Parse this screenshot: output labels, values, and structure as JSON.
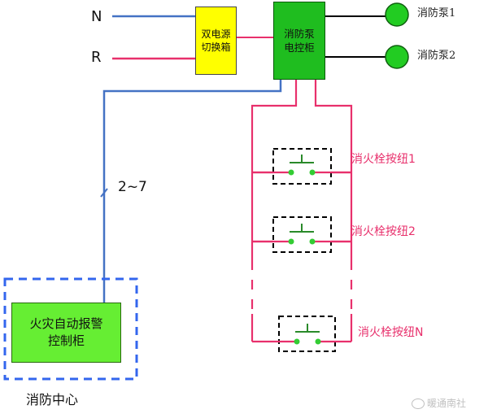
{
  "wires": {
    "n_label": "N",
    "r_label": "R",
    "cable_label": "2~7"
  },
  "colors": {
    "n_wire": "#4472c4",
    "r_wire": "#e8306c",
    "signal_wire": "#e8306c",
    "pump_fill": "#22cc22",
    "ctrl_fill": "#1fbd1f",
    "switch_fill": "#ffff00",
    "alarm_fill": "#66ee33",
    "dash_border": "#3366ee"
  },
  "switch_box": {
    "line1": "双电源",
    "line2": "切换箱"
  },
  "pump_ctrl": {
    "line1": "消防泵",
    "line2": "电控柜"
  },
  "pumps": [
    {
      "label": "消防泵1"
    },
    {
      "label": "消防泵2"
    }
  ],
  "buttons": [
    {
      "label": "消火栓按纽1"
    },
    {
      "label": "消火栓按纽2"
    },
    {
      "label": "消火栓按纽N"
    }
  ],
  "alarm_panel": {
    "line1": "火灾自动报警",
    "line2": "控制柜"
  },
  "control_center": {
    "label": "消防中心"
  },
  "watermark": "暖通南社"
}
